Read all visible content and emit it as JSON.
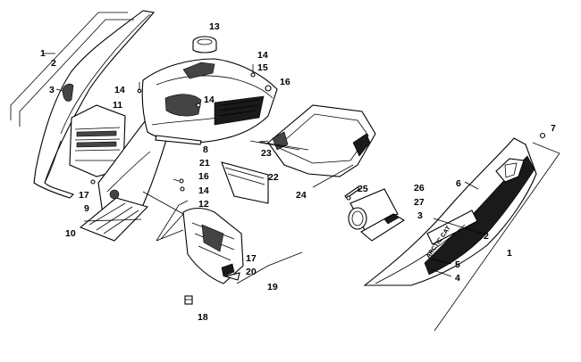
{
  "diagram": {
    "callouts": {
      "c1a": "1",
      "c2a": "2",
      "c3a": "3",
      "c14a": "14",
      "c11": "11",
      "c13": "13",
      "c14b": "14",
      "c15": "15",
      "c16a": "16",
      "c14c": "14",
      "c8": "8",
      "c17a": "17",
      "c9": "9",
      "c10": "10",
      "c21": "21",
      "c22": "22",
      "c16b": "16",
      "c14d": "14",
      "c12": "12",
      "c23": "23",
      "c24": "24",
      "c25": "25",
      "c26": "26",
      "c27": "27",
      "c17b": "17",
      "c20": "20",
      "c19": "19",
      "c18": "18",
      "c7": "7",
      "c6": "6",
      "c3b": "3",
      "c2b": "2",
      "c1b": "1",
      "c5": "5",
      "c4": "4"
    },
    "panel_brand_text": "ARCTIC CAT",
    "colors": {
      "line": "#000000",
      "fill": "#ffffff",
      "decal": "#1a1a1a"
    }
  }
}
